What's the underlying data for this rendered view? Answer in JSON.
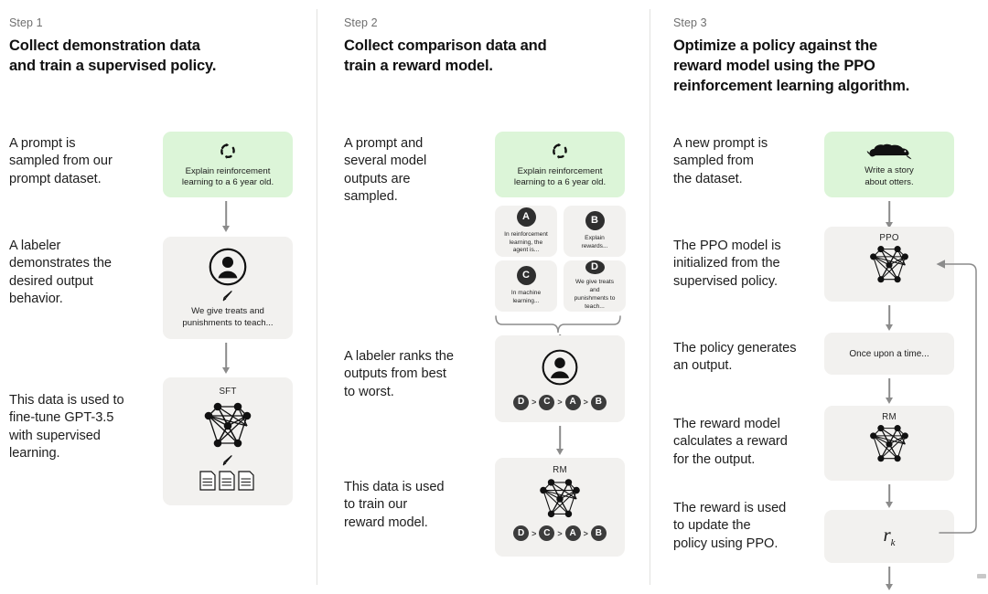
{
  "diagram": {
    "title": "Collect demonstration data, collect comparison data, optimize a policy",
    "accent_green": "#dcf5d8",
    "card_grey": "#f2f1ef",
    "badge_dark": "#2f2f2f",
    "arrow_grey": "#8b8b8b"
  },
  "columns": [
    {
      "step_label": "Step 1",
      "title_line_1": "Collect demonstration data",
      "title_line_2": "and train a supervised policy.",
      "narratives": [
        "A prompt is\nsampled from our\nprompt dataset.",
        "A labeler\ndemonstrates the\ndesired output\nbehavior.",
        "This data is used to\nfine-tune GPT-3.5\nwith supervised\nlearning."
      ],
      "cards": [
        {
          "kind": "green",
          "icon": "refresh-circle-icon",
          "caption": "Explain reinforcement\nlearning to a 6 year old."
        },
        {
          "kind": "grey",
          "icon": "person-circle-icon",
          "caption": "We give treats and\npunishments to teach..."
        },
        {
          "kind": "grey",
          "icon": "neural-net-icon",
          "card_title": "SFT",
          "caption": ""
        }
      ]
    },
    {
      "step_label": "Step 2",
      "title_line_1": "Collect comparison data and",
      "title_line_2": "train a reward model.",
      "narratives": [
        "A prompt and\nseveral model\noutputs are\nsampled.",
        "A labeler ranks the\noutputs from best\nto worst.",
        "This data is used\nto train our\nreward model."
      ],
      "prompt_card": {
        "kind": "green",
        "icon": "refresh-circle-icon",
        "caption": "Explain reinforcement\nlearning to a 6 year old."
      },
      "outputs": [
        {
          "letter": "A",
          "text": "In reinforcement\nlearning, the\nagent is..."
        },
        {
          "letter": "B",
          "text": "Explain rewards..."
        },
        {
          "letter": "C",
          "text": "In machine\nlearning..."
        },
        {
          "letter": "D",
          "text": "We give treats and\npunishments to\nteach..."
        }
      ],
      "ranking": [
        "D",
        "C",
        "A",
        "B"
      ],
      "ranking_separator": ">",
      "rm_card_title": "RM"
    },
    {
      "step_label": "Step 3",
      "title_line_1": "Optimize a policy against the",
      "title_line_2": "reward model using the PPO",
      "title_line_3": "reinforcement learning algorithm.",
      "narratives": [
        "A new prompt is\nsampled from\nthe dataset.",
        "The PPO model is\ninitialized from the\nsupervised policy.",
        "The policy generates\nan output.",
        "The reward model\ncalculates a reward\nfor the output.",
        "The reward is used\nto update the\npolicy using PPO."
      ],
      "cards": [
        {
          "kind": "green",
          "icon": "otter-icon",
          "caption": "Write a story\nabout otters."
        },
        {
          "kind": "grey",
          "icon": "neural-net-icon",
          "card_title": "PPO"
        },
        {
          "kind": "grey",
          "icon": "text-output-icon",
          "caption": "Once upon a time..."
        },
        {
          "kind": "grey",
          "icon": "neural-net-icon",
          "card_title": "RM"
        },
        {
          "kind": "grey",
          "icon": "reward-formula-icon",
          "formula_base": "r",
          "formula_sub": "k"
        }
      ]
    }
  ]
}
